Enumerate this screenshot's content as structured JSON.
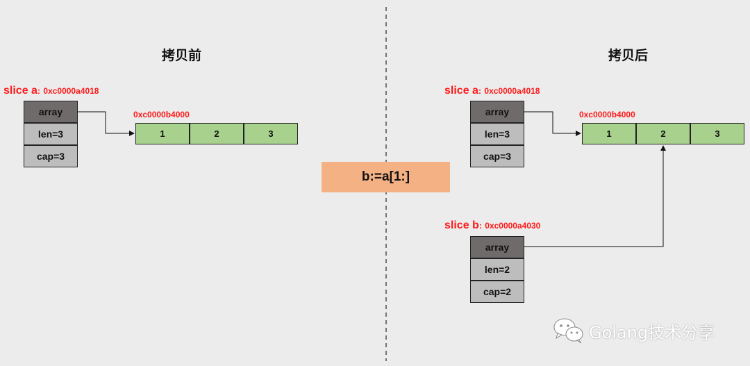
{
  "before": {
    "title": "拷贝前",
    "slice_a": {
      "name": "slice a",
      "sep": ":",
      "addr": "0xc0000a4018",
      "fields": [
        "array",
        "len=3",
        "cap=3"
      ]
    },
    "array": {
      "addr": "0xc0000b4000",
      "cells": [
        "1",
        "2",
        "3"
      ]
    }
  },
  "operation": {
    "label": "b:=a[1:]"
  },
  "after": {
    "title": "拷贝后",
    "slice_a": {
      "name": "slice a",
      "sep": ":",
      "addr": "0xc0000a4018",
      "fields": [
        "array",
        "len=3",
        "cap=3"
      ]
    },
    "array": {
      "addr": "0xc0000b4000",
      "cells": [
        "1",
        "2",
        "3"
      ]
    },
    "slice_b": {
      "name": "slice b",
      "sep": ":",
      "addr": "0xc0000a4030",
      "fields": [
        "array",
        "len=2",
        "cap=2"
      ]
    }
  },
  "watermark": {
    "text": "Golang技术分享",
    "icon": "wechat-icon"
  },
  "colors": {
    "background": "#ececec",
    "address_red": "#ff1a1a",
    "array_cell_green": "#a9d18e",
    "slice_header_dark": "#6f6b6b",
    "slice_field_gray": "#bdbdbd",
    "operation_orange": "#f4b183"
  }
}
